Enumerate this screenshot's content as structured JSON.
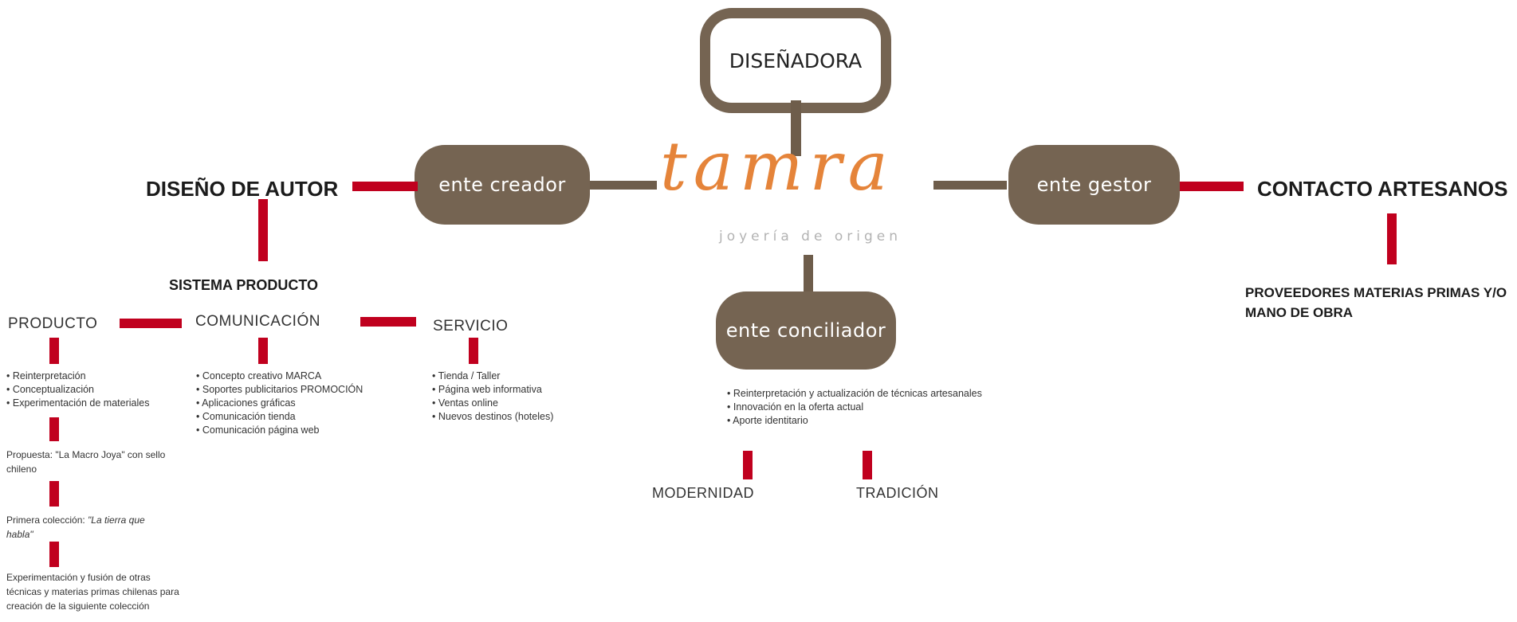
{
  "center": {
    "logo_word": "tamra",
    "logo_sub": "joyería de origen"
  },
  "top_box": "DISEÑADORA",
  "pills": {
    "creador": "ente creador",
    "gestor": "ente gestor",
    "conciliador": "ente conciliador"
  },
  "left": {
    "title": "DISEÑO DE AUTOR",
    "system": "SISTEMA PRODUCTO",
    "producto": {
      "title": "PRODUCTO",
      "items": [
        "Reinterpretación",
        "Conceptualización",
        "Experimentación de materiales"
      ],
      "propuesta": "Propuesta: \"La Macro Joya\" con sello chileno",
      "coleccion_prefix": "Primera colección: ",
      "coleccion_name": "\"La tierra que habla\"",
      "experimentacion": "Experimentación y fusión de otras técnicas y materias primas chilenas para creación de la siguiente colección"
    },
    "comunicacion": {
      "title": "COMUNICACIÓN",
      "items": [
        "Concepto creativo MARCA",
        "Soportes publicitarios PROMOCIÓN",
        "Aplicaciones gráficas",
        "Comunicación tienda",
        "Comunicación página web"
      ]
    },
    "servicio": {
      "title": "SERVICIO",
      "items": [
        "Tienda / Taller",
        "Página web informativa",
        "Ventas online",
        "Nuevos destinos (hoteles)"
      ]
    }
  },
  "middle": {
    "items": [
      "Reinterpretación y actualización de técnicas artesanales",
      "Innovación en la oferta actual",
      "Aporte identitario"
    ],
    "modernidad": "MODERNIDAD",
    "tradicion": "TRADICIÓN"
  },
  "right": {
    "title": "CONTACTO ARTESANOS",
    "proveedores": "PROVEEDORES MATERIAS PRIMAS Y/O MANO DE OBRA"
  },
  "colors": {
    "accent_red": "#c0001e",
    "brown": "#756452",
    "logo_orange": "#e5843a"
  }
}
